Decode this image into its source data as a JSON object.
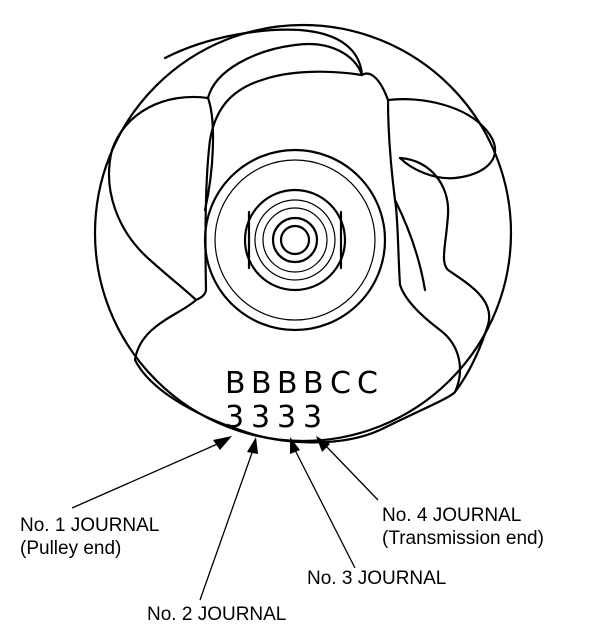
{
  "codes": {
    "row1": [
      "B",
      "B",
      "B",
      "B",
      "C",
      "C"
    ],
    "row2": [
      "3",
      "3",
      "3",
      "3"
    ]
  },
  "labels": {
    "journal1": {
      "line1": "No. 1 JOURNAL",
      "line2": "(Pulley end)"
    },
    "journal2": {
      "line1": "No. 2 JOURNAL"
    },
    "journal3": {
      "line1": "No. 3 JOURNAL"
    },
    "journal4": {
      "line1": "No. 4 JOURNAL",
      "line2": "(Transmission end)"
    }
  },
  "colors": {
    "ink": "#000000",
    "background": "#ffffff"
  }
}
